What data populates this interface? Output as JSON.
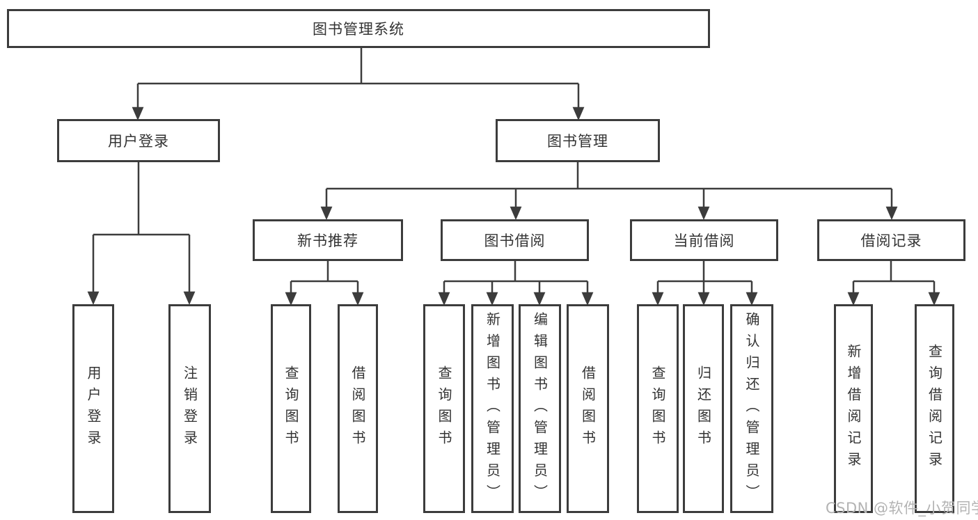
{
  "diagram": {
    "root": {
      "label": "图书管理系统"
    },
    "branches": [
      {
        "label": "用户登录",
        "children": [
          {
            "label": "用户登录"
          },
          {
            "label": "注销登录"
          }
        ]
      },
      {
        "label": "图书管理",
        "children": [
          {
            "label": "新书推荐",
            "children": [
              {
                "label": "查询图书"
              },
              {
                "label": "借阅图书"
              }
            ]
          },
          {
            "label": "图书借阅",
            "children": [
              {
                "label": "查询图书"
              },
              {
                "label": "新增图书（管理员）"
              },
              {
                "label": "编辑图书（管理员）"
              },
              {
                "label": "借阅图书"
              }
            ]
          },
          {
            "label": "当前借阅",
            "children": [
              {
                "label": "查询图书"
              },
              {
                "label": "归还图书"
              },
              {
                "label": "确认归还（管理员）"
              }
            ]
          },
          {
            "label": "借阅记录",
            "children": [
              {
                "label": "新增借阅记录"
              },
              {
                "label": "查询借阅记录"
              }
            ]
          }
        ]
      }
    ]
  },
  "watermark": {
    "text": "CSDN @软件_小贺同学"
  },
  "colors": {
    "box_border": "#3c3c3c",
    "connector": "#3c3c3c",
    "text": "#333333",
    "background": "#ffffff",
    "watermark": "#b3b3b3"
  }
}
